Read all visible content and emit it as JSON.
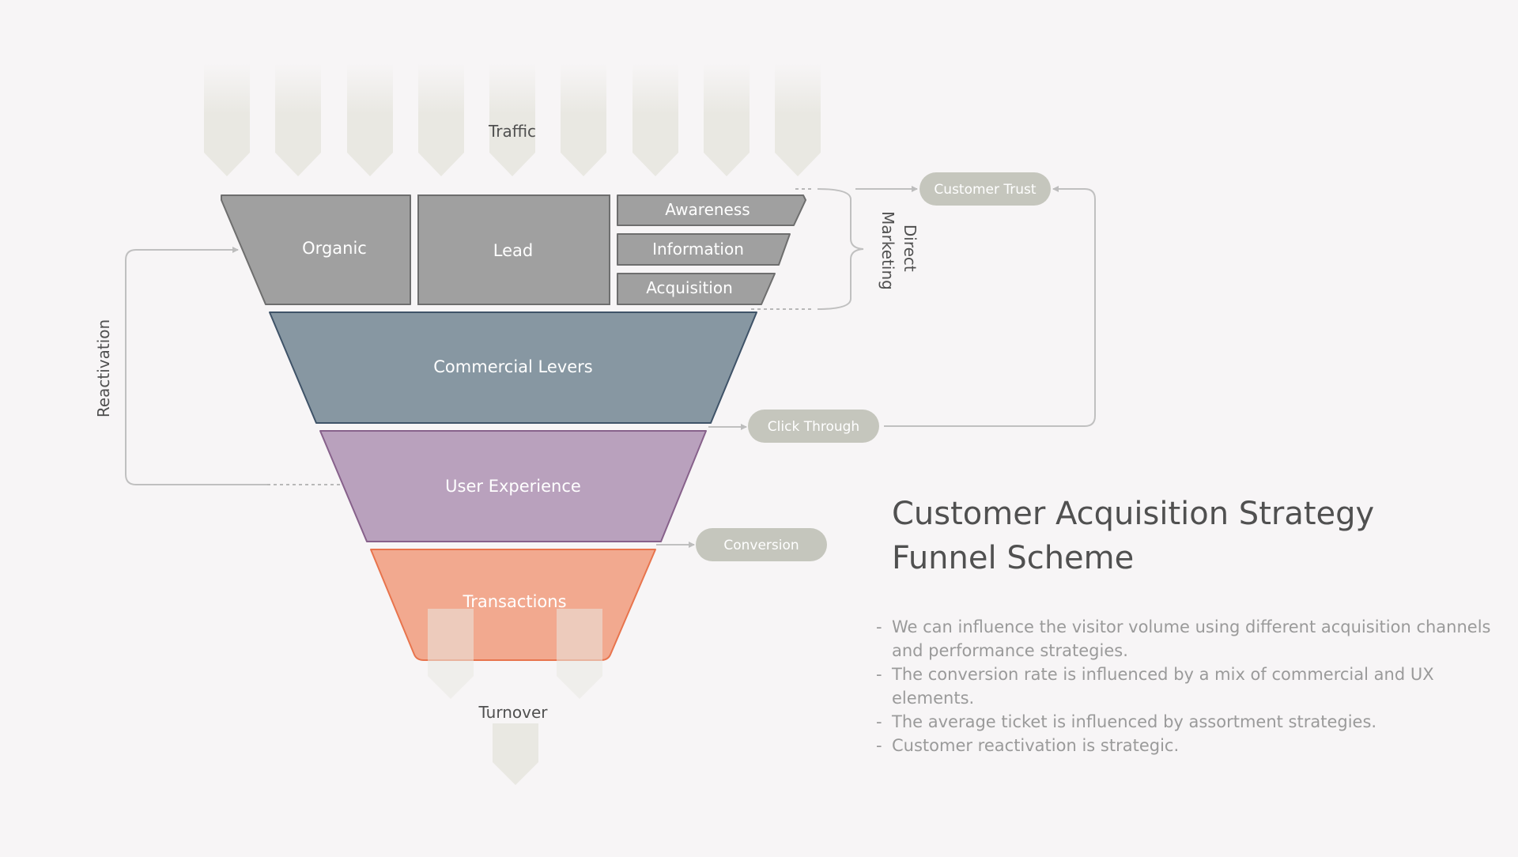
{
  "diagram": {
    "traffic_label": "Traffic",
    "turnover_label": "Turnover",
    "reactivation_label": "Reactivation",
    "direct_marketing_label": [
      "Direct",
      "Marketing"
    ],
    "stages": {
      "organic": "Organic",
      "lead": "Lead",
      "awareness": "Awareness",
      "information": "Information",
      "acquisition": "Acquisition",
      "commercial_levers": "Commercial Levers",
      "user_experience": "User Experience",
      "transactions": "Transactions"
    },
    "pills": {
      "customer_trust": "Customer Trust",
      "click_through": "Click Through",
      "conversion": "Conversion"
    },
    "colors": {
      "top_tier": "#a0a0a0",
      "commercial_levers": "#8797a2",
      "user_experience": "#b9a1bd",
      "transactions": "#f2a98f",
      "pill": "#c5c6bd",
      "arrow": "#e9e8e2"
    }
  },
  "side": {
    "title_line1": "Customer Acquisition Strategy",
    "title_line2": "Funnel Scheme",
    "bullets": [
      "We can influence the visitor volume using different acquisition channels and performance strategies.",
      "The conversion rate is influenced by a mix of commercial and UX elements.",
      "The average ticket is influenced by assortment strategies.",
      "Customer reactivation is strategic."
    ]
  }
}
